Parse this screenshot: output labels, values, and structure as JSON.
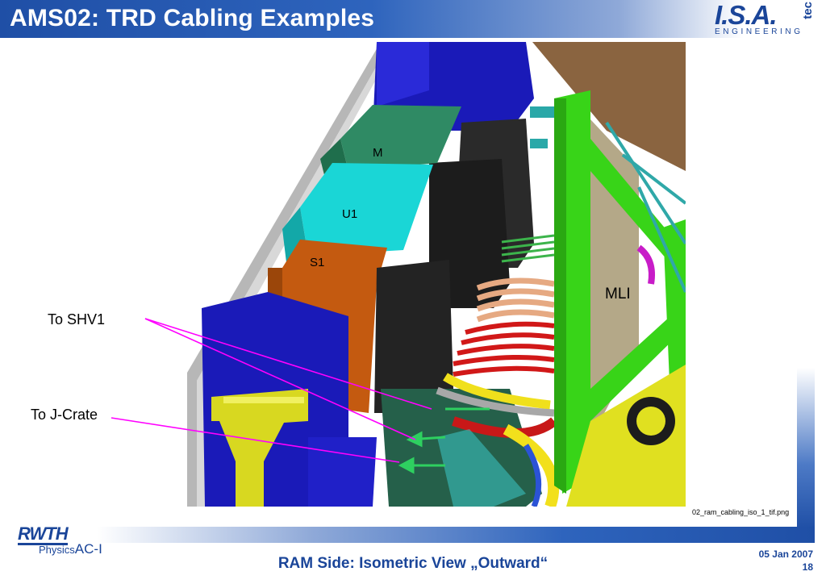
{
  "header": {
    "title": "AMS02: TRD Cabling Examples",
    "logo_text": "I.S.A.",
    "logo_suffix": "tec",
    "logo_subtext": "ENGINEERING"
  },
  "figure": {
    "labels": {
      "m": "M",
      "u1": "U1",
      "s1": "S1",
      "mli": "MLI"
    },
    "caption": "02_ram_cabling_iso_1_tif.png"
  },
  "callouts": {
    "shv1": "To SHV1",
    "jcrate": "To J-Crate",
    "line_color": "#ff00ff"
  },
  "footer": {
    "rwth_logo": "RWTH",
    "rwth_physics": "Physics",
    "rwth_aci": "AC-I",
    "subtitle": "RAM Side: Isometric View „Outward“",
    "date": "05 Jan 2007",
    "page_number": "18"
  },
  "colors": {
    "brand_blue": "#1a4599",
    "header_blue": "#1f4fa6"
  }
}
